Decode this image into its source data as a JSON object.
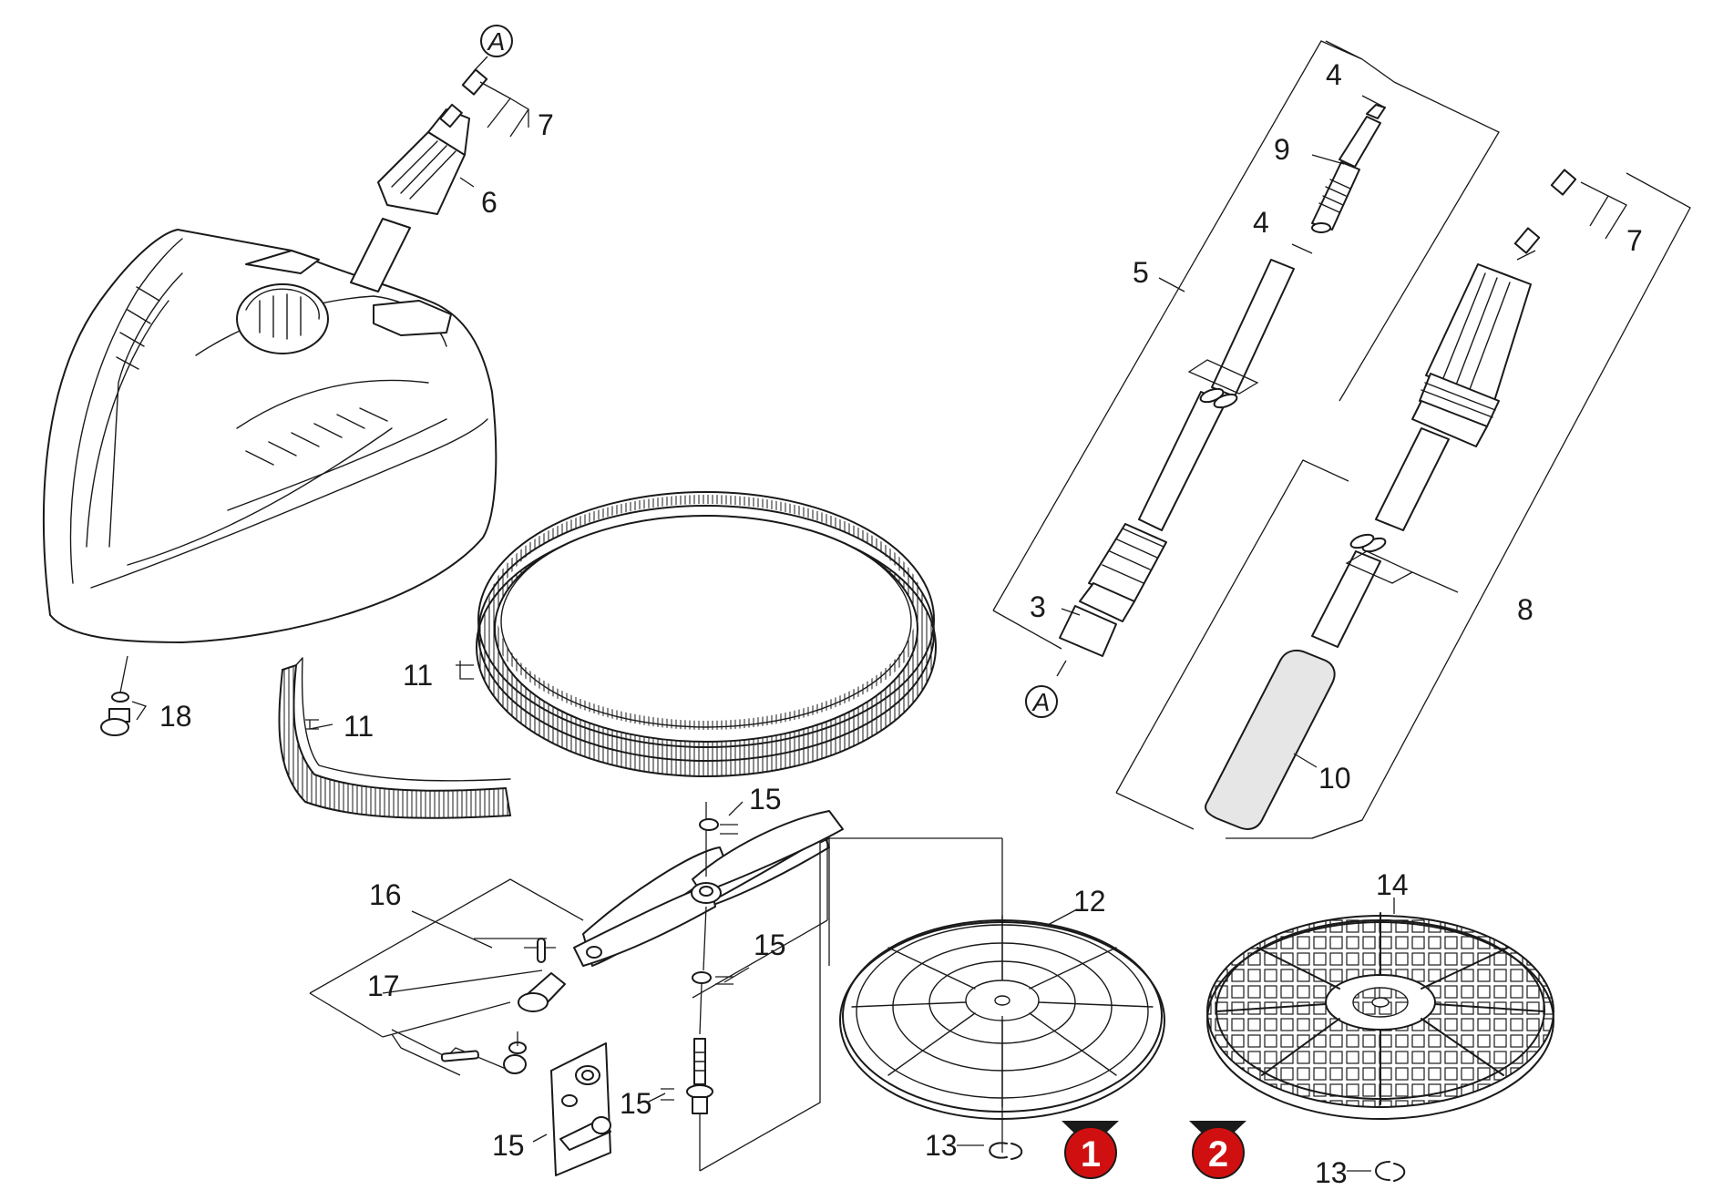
{
  "diagram": {
    "title": "Surface cleaner exploded parts view",
    "callouts": {
      "A_top": "A",
      "A_bottom": "A",
      "p3": "3",
      "p4a": "4",
      "p4b": "4",
      "p5": "5",
      "p6": "6",
      "p7a": "7",
      "p7b": "7",
      "p8": "8",
      "p9": "9",
      "p10": "10",
      "p11a": "11",
      "p11b": "11",
      "p12": "12",
      "p13a": "13",
      "p13b": "13",
      "p14": "14",
      "p15a": "15",
      "p15b": "15",
      "p15c": "15",
      "p15d": "15",
      "p16": "16",
      "p17": "17",
      "p18": "18"
    },
    "variants": [
      "1",
      "2"
    ],
    "colors": {
      "line": "#1a1a1a",
      "variant_badge": "#d01010",
      "label_pad": "#e6e6e6"
    }
  }
}
